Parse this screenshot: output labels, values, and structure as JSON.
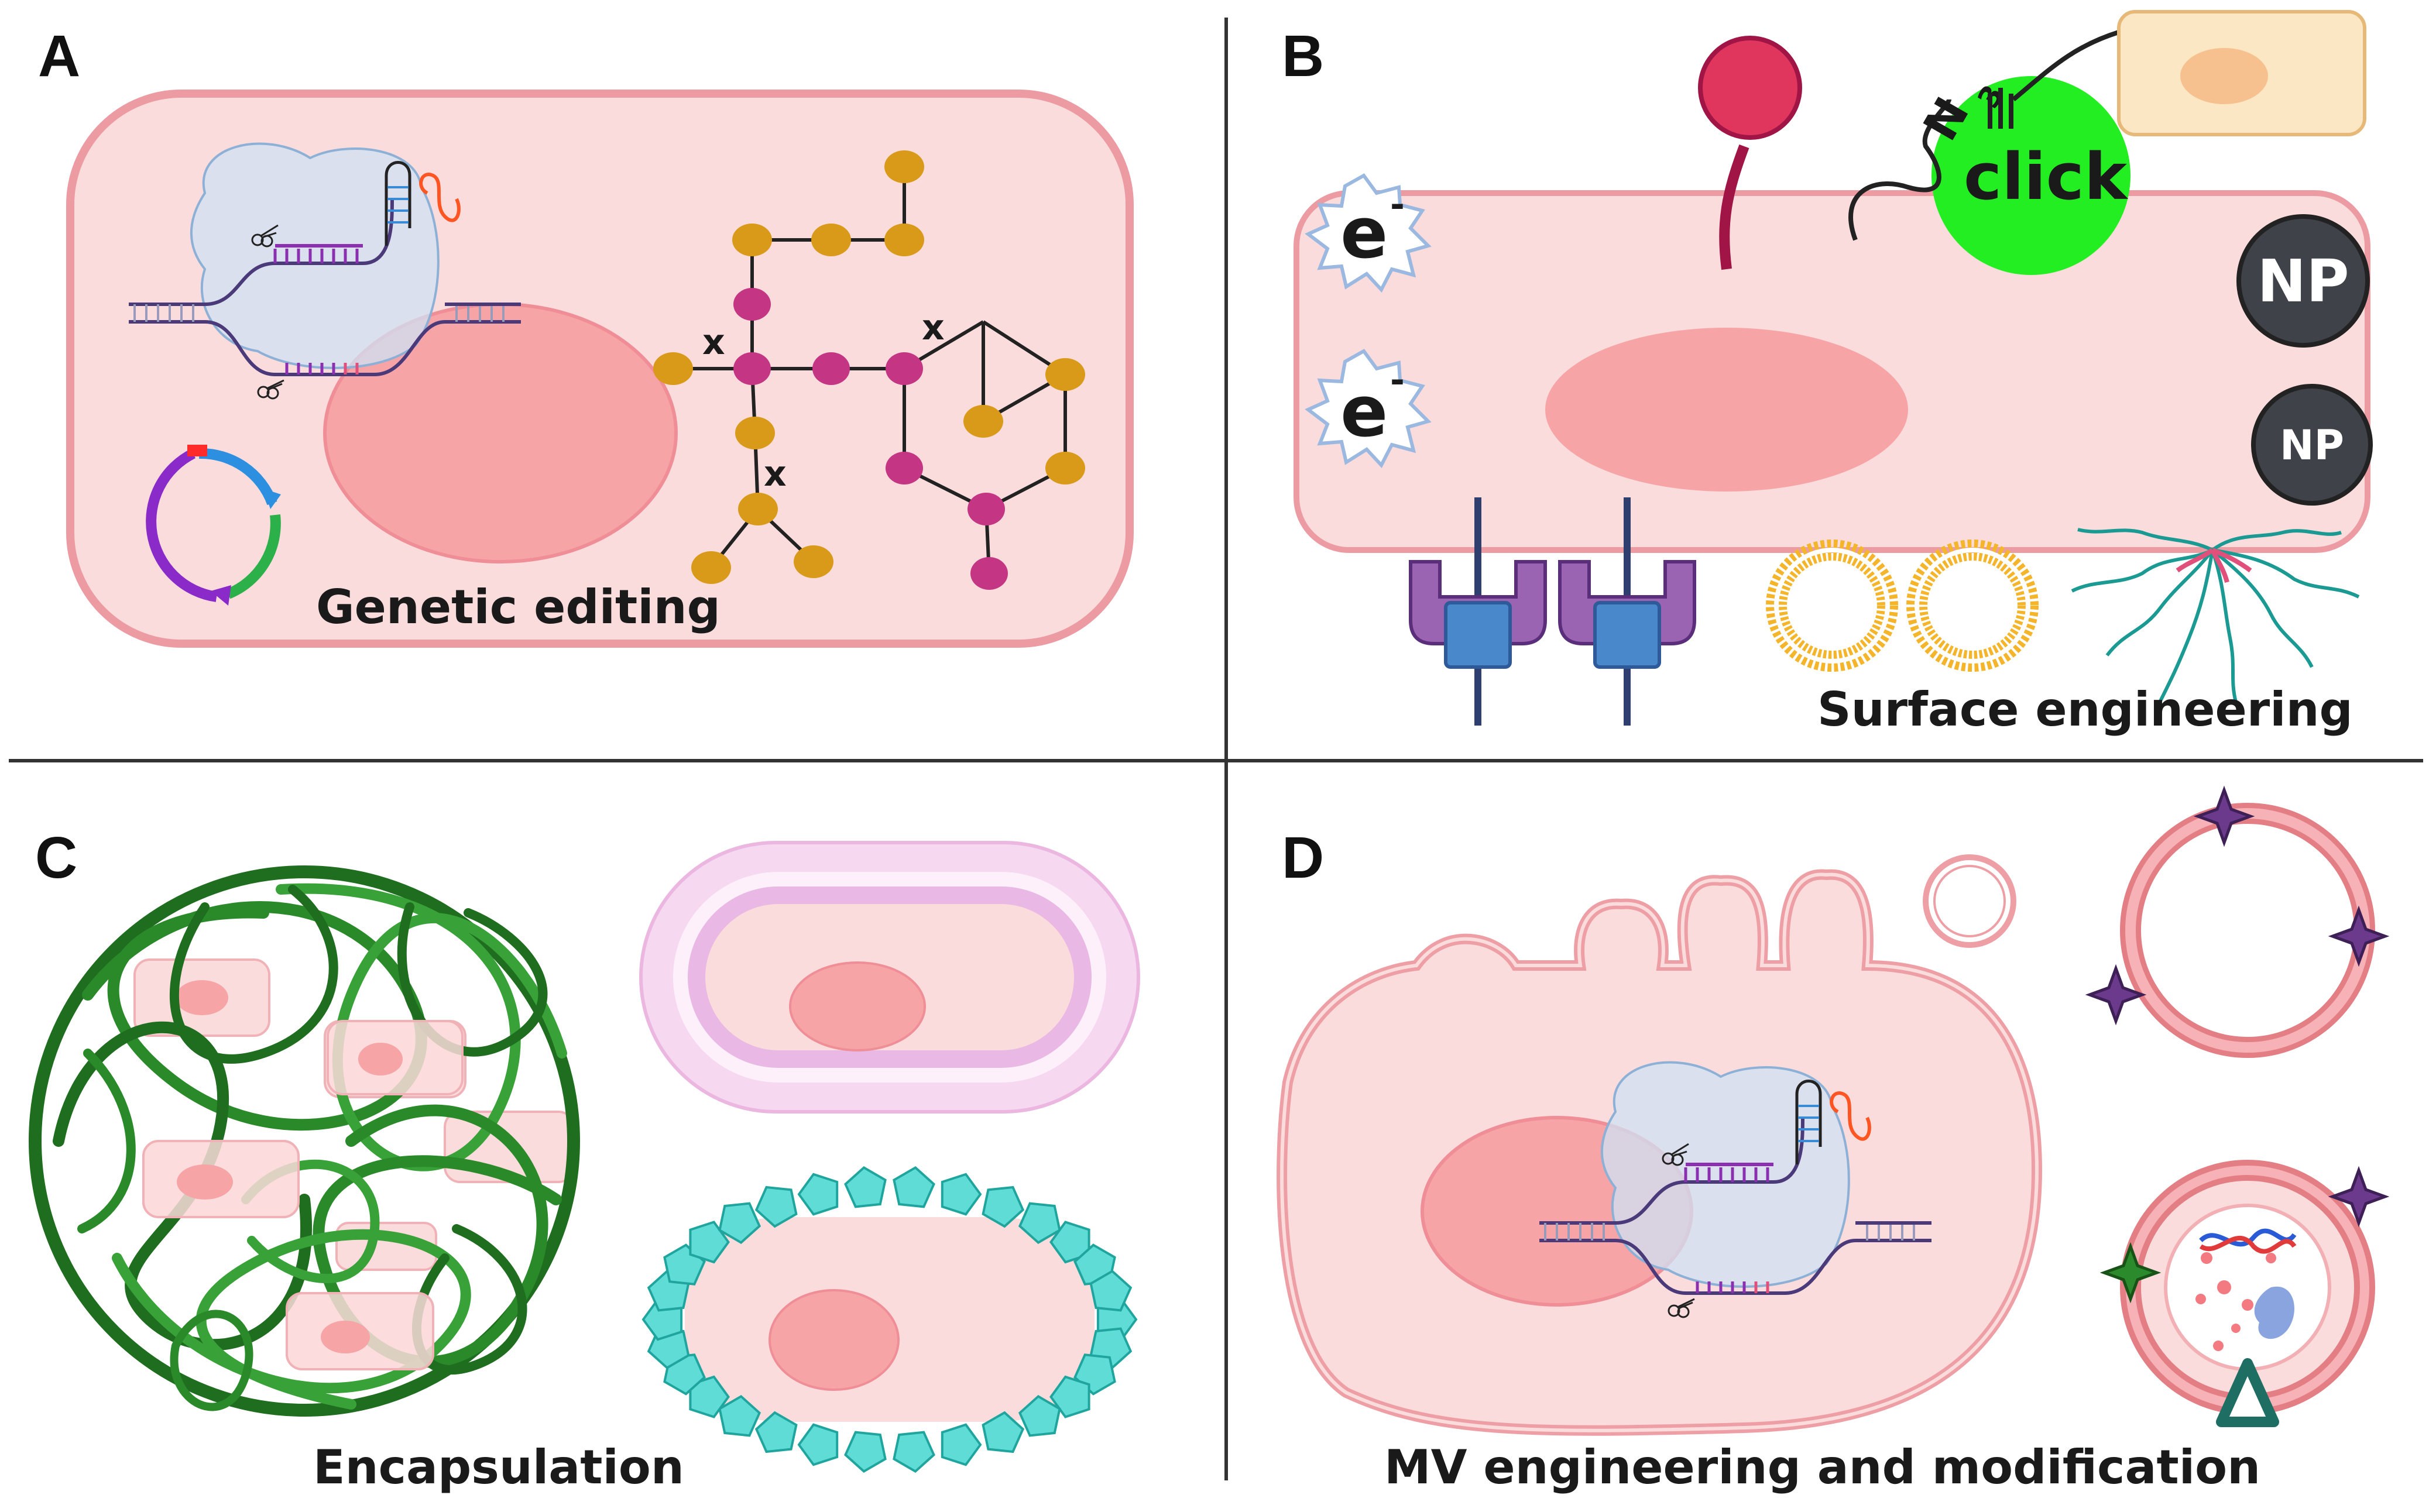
{
  "panels": {
    "a": {
      "letter": "A",
      "caption": "Genetic editing",
      "mod_mark": "x"
    },
    "b": {
      "letter": "B",
      "caption": "Surface engineering",
      "electron": "e",
      "electron_sup": "-",
      "azide_n": "N",
      "azide_sub": "3",
      "alkyne": "≡",
      "click_label": "click",
      "np_label": "NP"
    },
    "c": {
      "letter": "C",
      "caption": "Encapsulation"
    },
    "d": {
      "letter": "D",
      "caption": "MV engineering and modification"
    }
  },
  "colors": {
    "cell_fill": "#fbdcdc",
    "cell_border": "#ec9ba3",
    "nucleus": "#f7a4a7",
    "click_green": "#22ee22",
    "np_gray": "#3f4249",
    "monomer_orange": "#d99a1a",
    "monomer_magenta": "#c43584",
    "hydrogel_green": "#2a8a2a",
    "shell_cyan": "#5fdcd6",
    "star_purple": "#6b3a8c"
  },
  "icons": [
    "scissors-icon",
    "plasmid-icon",
    "sgrna-icon",
    "lipid-bilayer-icon",
    "receptor-icon",
    "star-ligand-icon",
    "triangle-icon"
  ]
}
